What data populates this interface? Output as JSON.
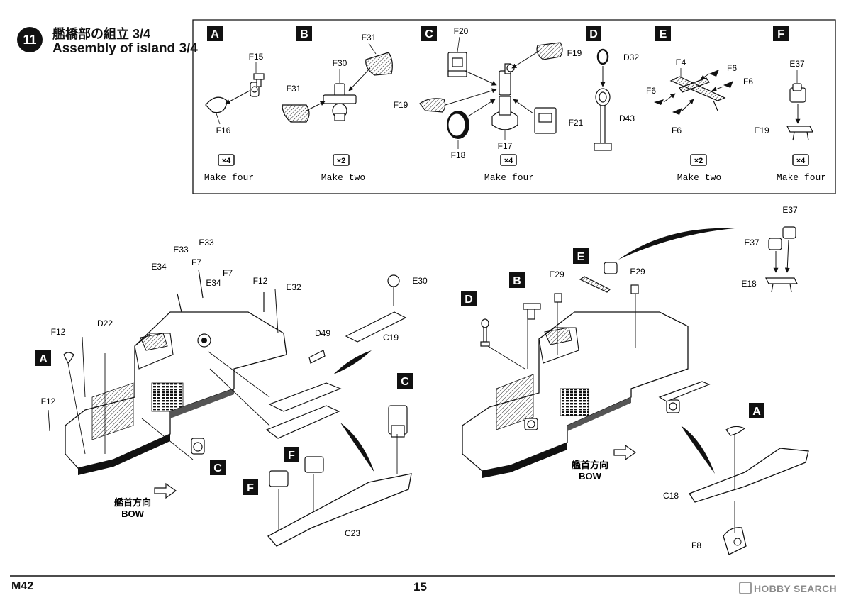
{
  "step": {
    "number": "11",
    "title_jp": "艦橋部の組立 3/4",
    "title_en": "Assembly of island 3/4"
  },
  "subassemblies": [
    {
      "letter": "A",
      "parts": [
        "F15",
        "F16"
      ],
      "count": "×4",
      "instruction": "Make four"
    },
    {
      "letter": "B",
      "parts": [
        "F31",
        "F30",
        "F31"
      ],
      "count": "×2",
      "instruction": "Make two"
    },
    {
      "letter": "C",
      "parts": [
        "F20",
        "F19",
        "F19",
        "F18",
        "F17",
        "F21"
      ],
      "count": "×4",
      "instruction": "Make four"
    },
    {
      "letter": "D",
      "parts": [
        "D32",
        "D43"
      ]
    },
    {
      "letter": "E",
      "parts": [
        "E4",
        "F6",
        "F6",
        "F6",
        "F6"
      ],
      "count": "×2",
      "instruction": "Make two"
    },
    {
      "letter": "F",
      "parts": [
        "E37",
        "E19"
      ],
      "count": "×4",
      "instruction": "Make four"
    }
  ],
  "left_assembly": {
    "part_labels": [
      "E33",
      "E33",
      "E34",
      "F7",
      "F7",
      "E34",
      "F12",
      "E32",
      "E30",
      "F12",
      "D22",
      "F12",
      "D49",
      "C19",
      "C23"
    ],
    "subassembly_callouts": [
      "A",
      "C",
      "C",
      "F",
      "F"
    ],
    "bow_label_jp": "艦首方向",
    "bow_label_en": "BOW"
  },
  "right_assembly": {
    "part_labels": [
      "E37",
      "E37",
      "E18",
      "E29",
      "E29",
      "C18",
      "F8"
    ],
    "subassembly_callouts": [
      "B",
      "E",
      "D",
      "A"
    ],
    "bow_label_jp": "艦首方向",
    "bow_label_en": "BOW"
  },
  "footer": {
    "model_code": "M42",
    "page_number": "15",
    "watermark": "HOBBY SEARCH"
  }
}
